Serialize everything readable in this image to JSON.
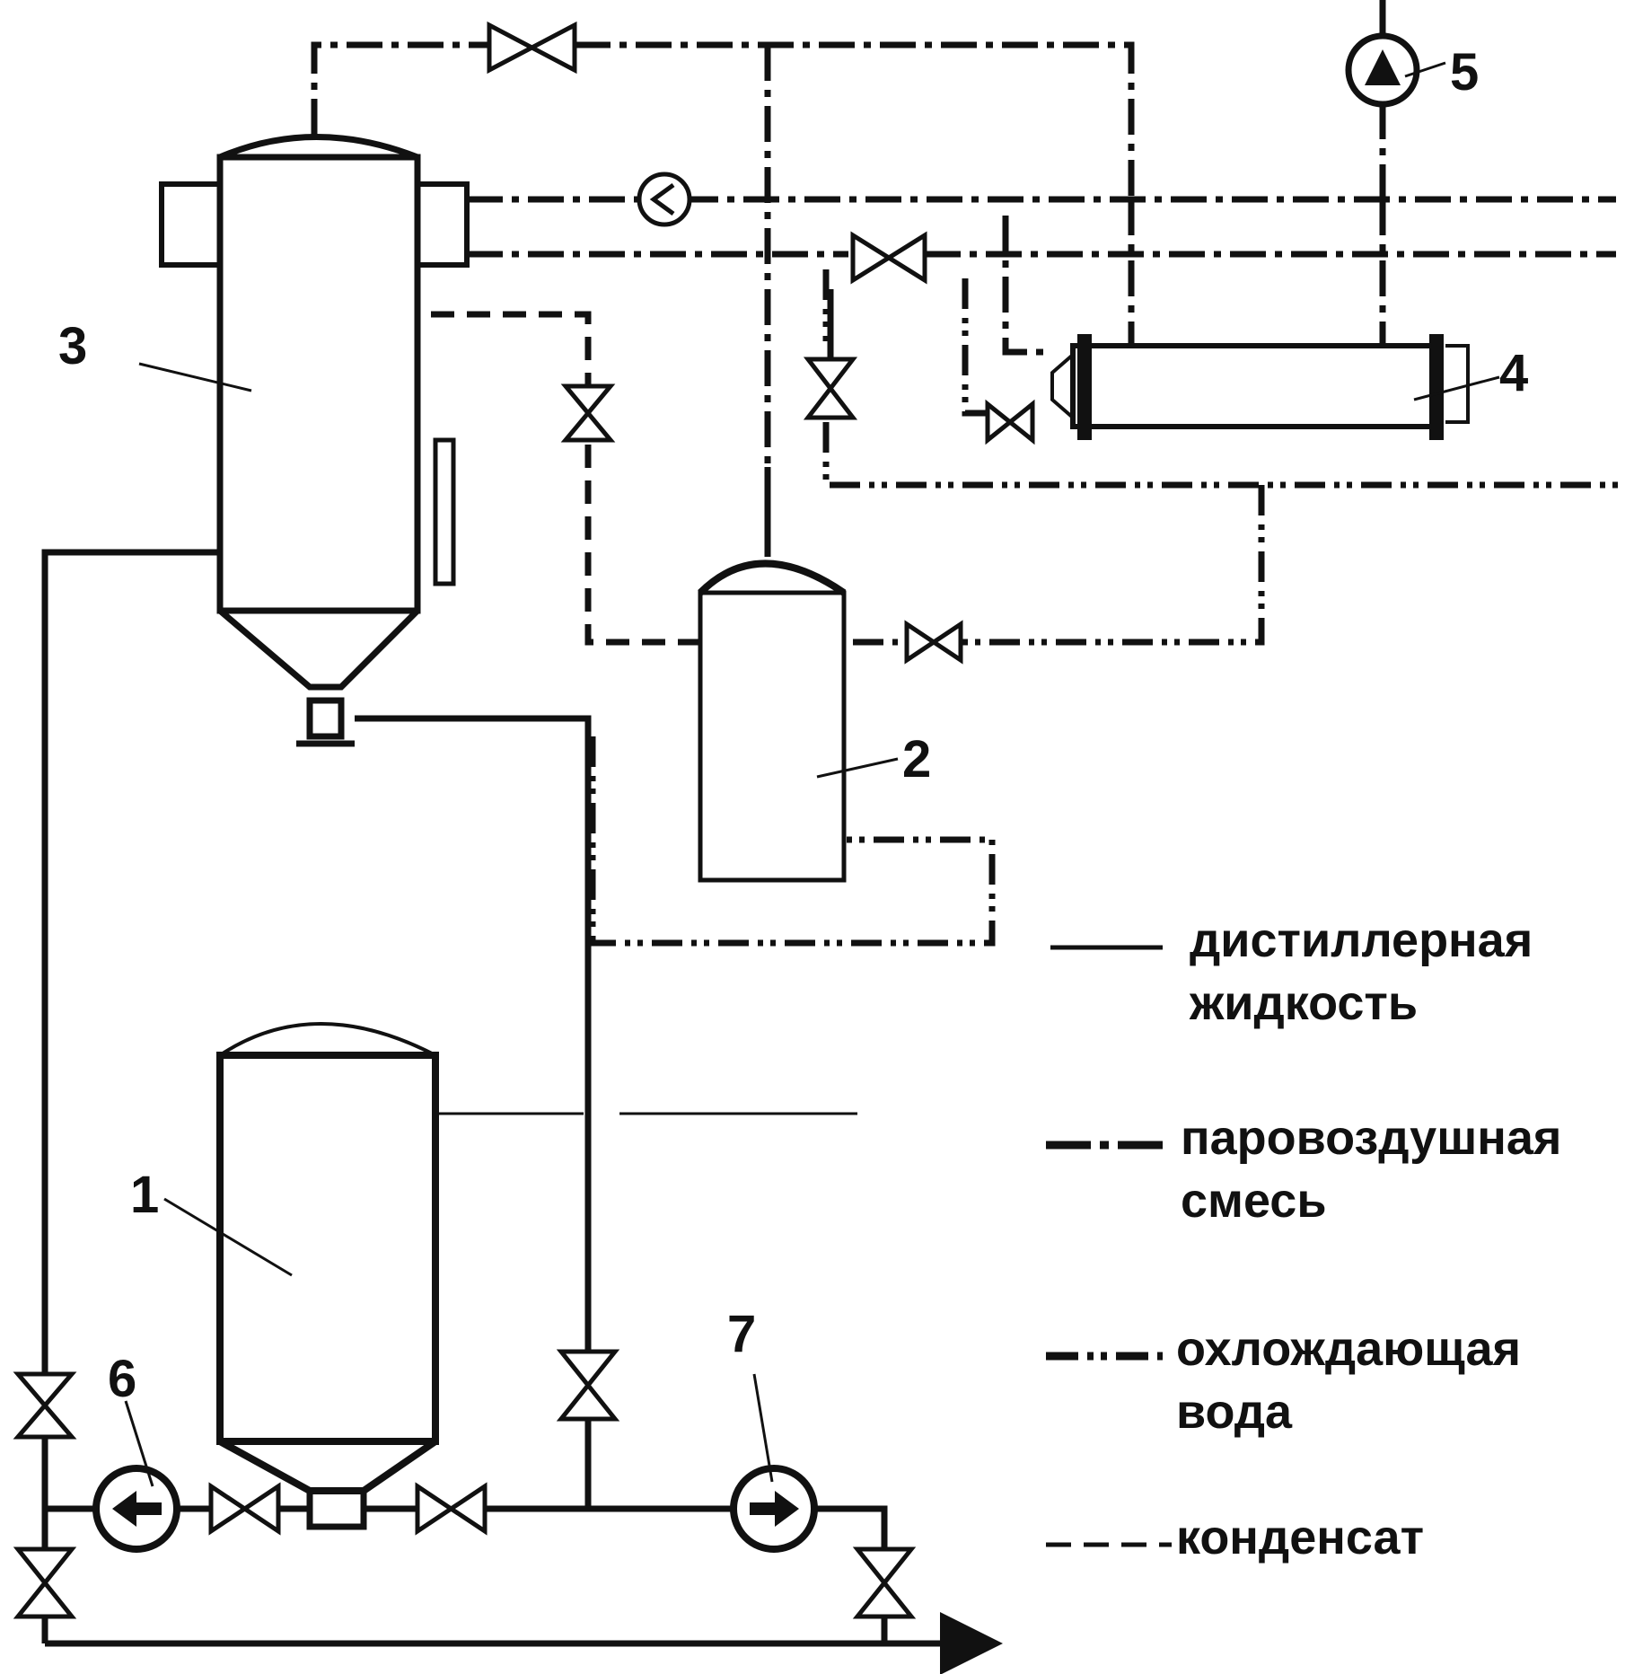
{
  "components": [
    {
      "id": "1",
      "label": "1"
    },
    {
      "id": "2",
      "label": "2"
    },
    {
      "id": "3",
      "label": "3"
    },
    {
      "id": "4",
      "label": "4"
    },
    {
      "id": "5",
      "label": "5"
    },
    {
      "id": "6",
      "label": "6"
    },
    {
      "id": "7",
      "label": "7"
    }
  ],
  "legend": [
    {
      "style": "solid",
      "line1": "дистиллерная",
      "line2": "жидкость"
    },
    {
      "style": "dash-dot",
      "line1": "паровоздушная",
      "line2": "смесь"
    },
    {
      "style": "dash-dot-dot",
      "line1": "охлождающая",
      "line2": "вода"
    },
    {
      "style": "dashed",
      "line1": "конденсат",
      "line2": ""
    }
  ],
  "colors": {
    "line": "#111111",
    "background": "#ffffff"
  }
}
